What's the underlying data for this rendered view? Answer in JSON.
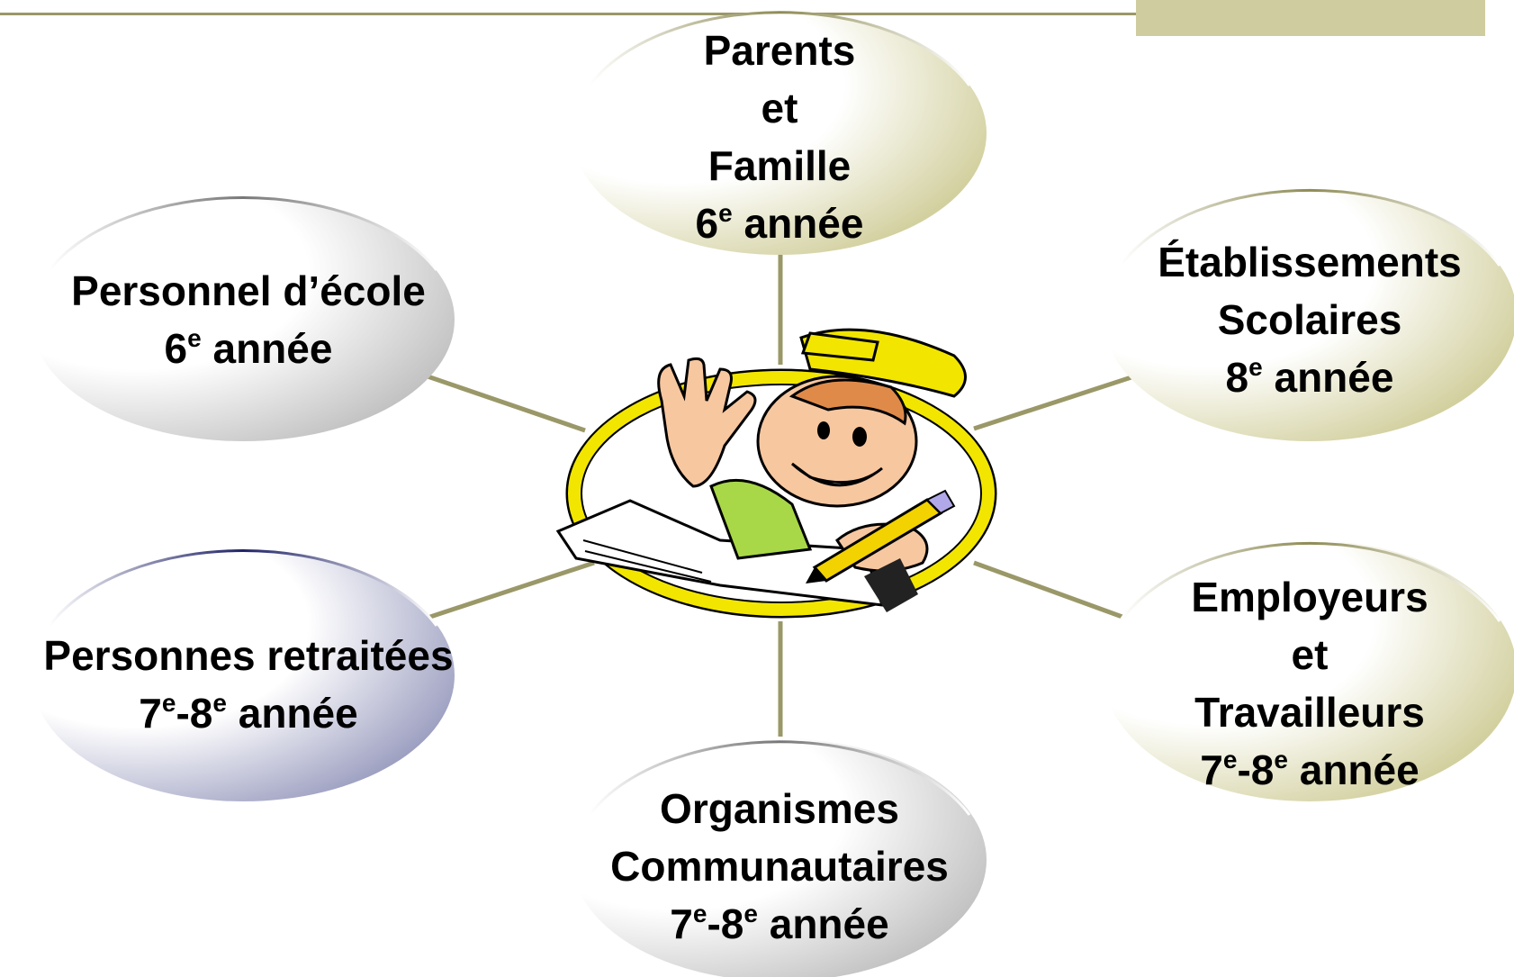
{
  "colors": {
    "connector": "#9a9868",
    "olive": "#c9c68a",
    "gray": "#b6b6b6",
    "navy": "#8a8db5",
    "ring": "#f2e600"
  },
  "center": {
    "icon": "student-writing-icon"
  },
  "nodes": [
    {
      "id": "parents",
      "lines": [
        {
          "text": "Parents"
        },
        {
          "text": "et"
        },
        {
          "text": "Famille"
        },
        {
          "text": "6",
          "sup": "e",
          "text2": " année"
        }
      ]
    },
    {
      "id": "etablissements",
      "lines": [
        {
          "text": "Établissements"
        },
        {
          "text": "Scolaires"
        },
        {
          "text": "8",
          "sup": "e",
          "text2": " année"
        }
      ]
    },
    {
      "id": "employeurs",
      "lines": [
        {
          "text": "Employeurs"
        },
        {
          "text": "et"
        },
        {
          "text": "Travailleurs"
        },
        {
          "text": "7",
          "sup": "e",
          "text2": "-8",
          "sup2": "e",
          "text3": " année"
        }
      ]
    },
    {
      "id": "organismes",
      "lines": [
        {
          "text": "Organismes"
        },
        {
          "text": "Communautaires"
        },
        {
          "text": "7",
          "sup": "e",
          "text2": "-8",
          "sup2": "e",
          "text3": " année"
        }
      ]
    },
    {
      "id": "retraitees",
      "lines": [
        {
          "text": "Personnes retraitées"
        },
        {
          "text": "7",
          "sup": "e",
          "text2": "-8",
          "sup2": "e",
          "text3": " année"
        }
      ]
    },
    {
      "id": "personnel",
      "lines": [
        {
          "text": "Personnel d’école"
        },
        {
          "text": "6",
          "sup": "e",
          "text2": " année"
        }
      ]
    }
  ]
}
